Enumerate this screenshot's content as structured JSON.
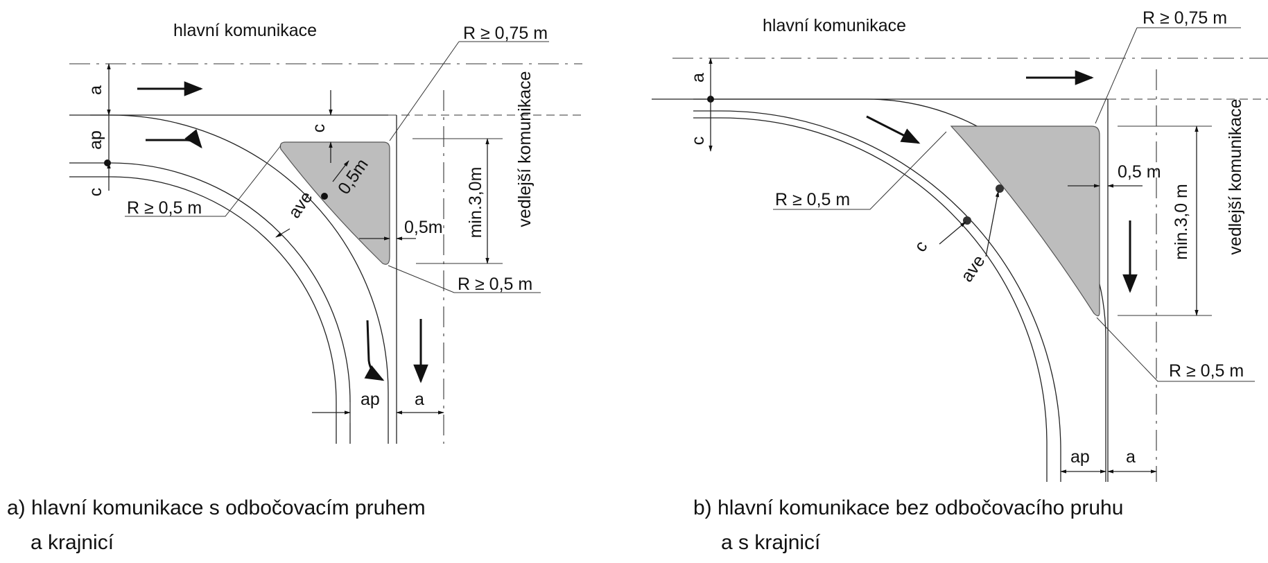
{
  "diagram_a": {
    "main_road": "hlavní komunikace",
    "side_road": "vedlejší komunikace",
    "radius_top": "R ≥ 0,75 m",
    "radius_left": "R ≥ 0,5 m",
    "radius_bottom": "R ≥ 0,5 m",
    "label_a_left": "a",
    "label_ap_left": "ap",
    "label_c_left": "c",
    "label_c_top": "c",
    "label_ave": "ave",
    "label_05m_diag": "0,5m",
    "label_05m": "0,5m",
    "label_min": "min.3,0m",
    "label_ap_bottom": "ap",
    "label_a_bottom": "a",
    "caption_line1": "a) hlavní komunikace s odbočovacím pruhem",
    "caption_line2": "a krajnicí"
  },
  "diagram_b": {
    "main_road": "hlavní komunikace",
    "side_road": "vedlejší komunikace",
    "radius_top": "R ≥ 0,75 m",
    "radius_left": "R ≥ 0,5 m",
    "radius_bottom": "R ≥ 0,5 m",
    "label_a_left": "a",
    "label_c_left": "c",
    "label_c_mid": "c",
    "label_ave": "ave",
    "label_05m": "0,5 m",
    "label_min": "min.3,0 m",
    "label_ap_bottom": "ap",
    "label_a_bottom": "a",
    "caption_line1": "b) hlavní komunikace bez odbočovacího pruhu",
    "caption_line2": "a s krajnicí"
  },
  "colors": {
    "island_fill": "#bdbdbd",
    "line": "#222222"
  }
}
